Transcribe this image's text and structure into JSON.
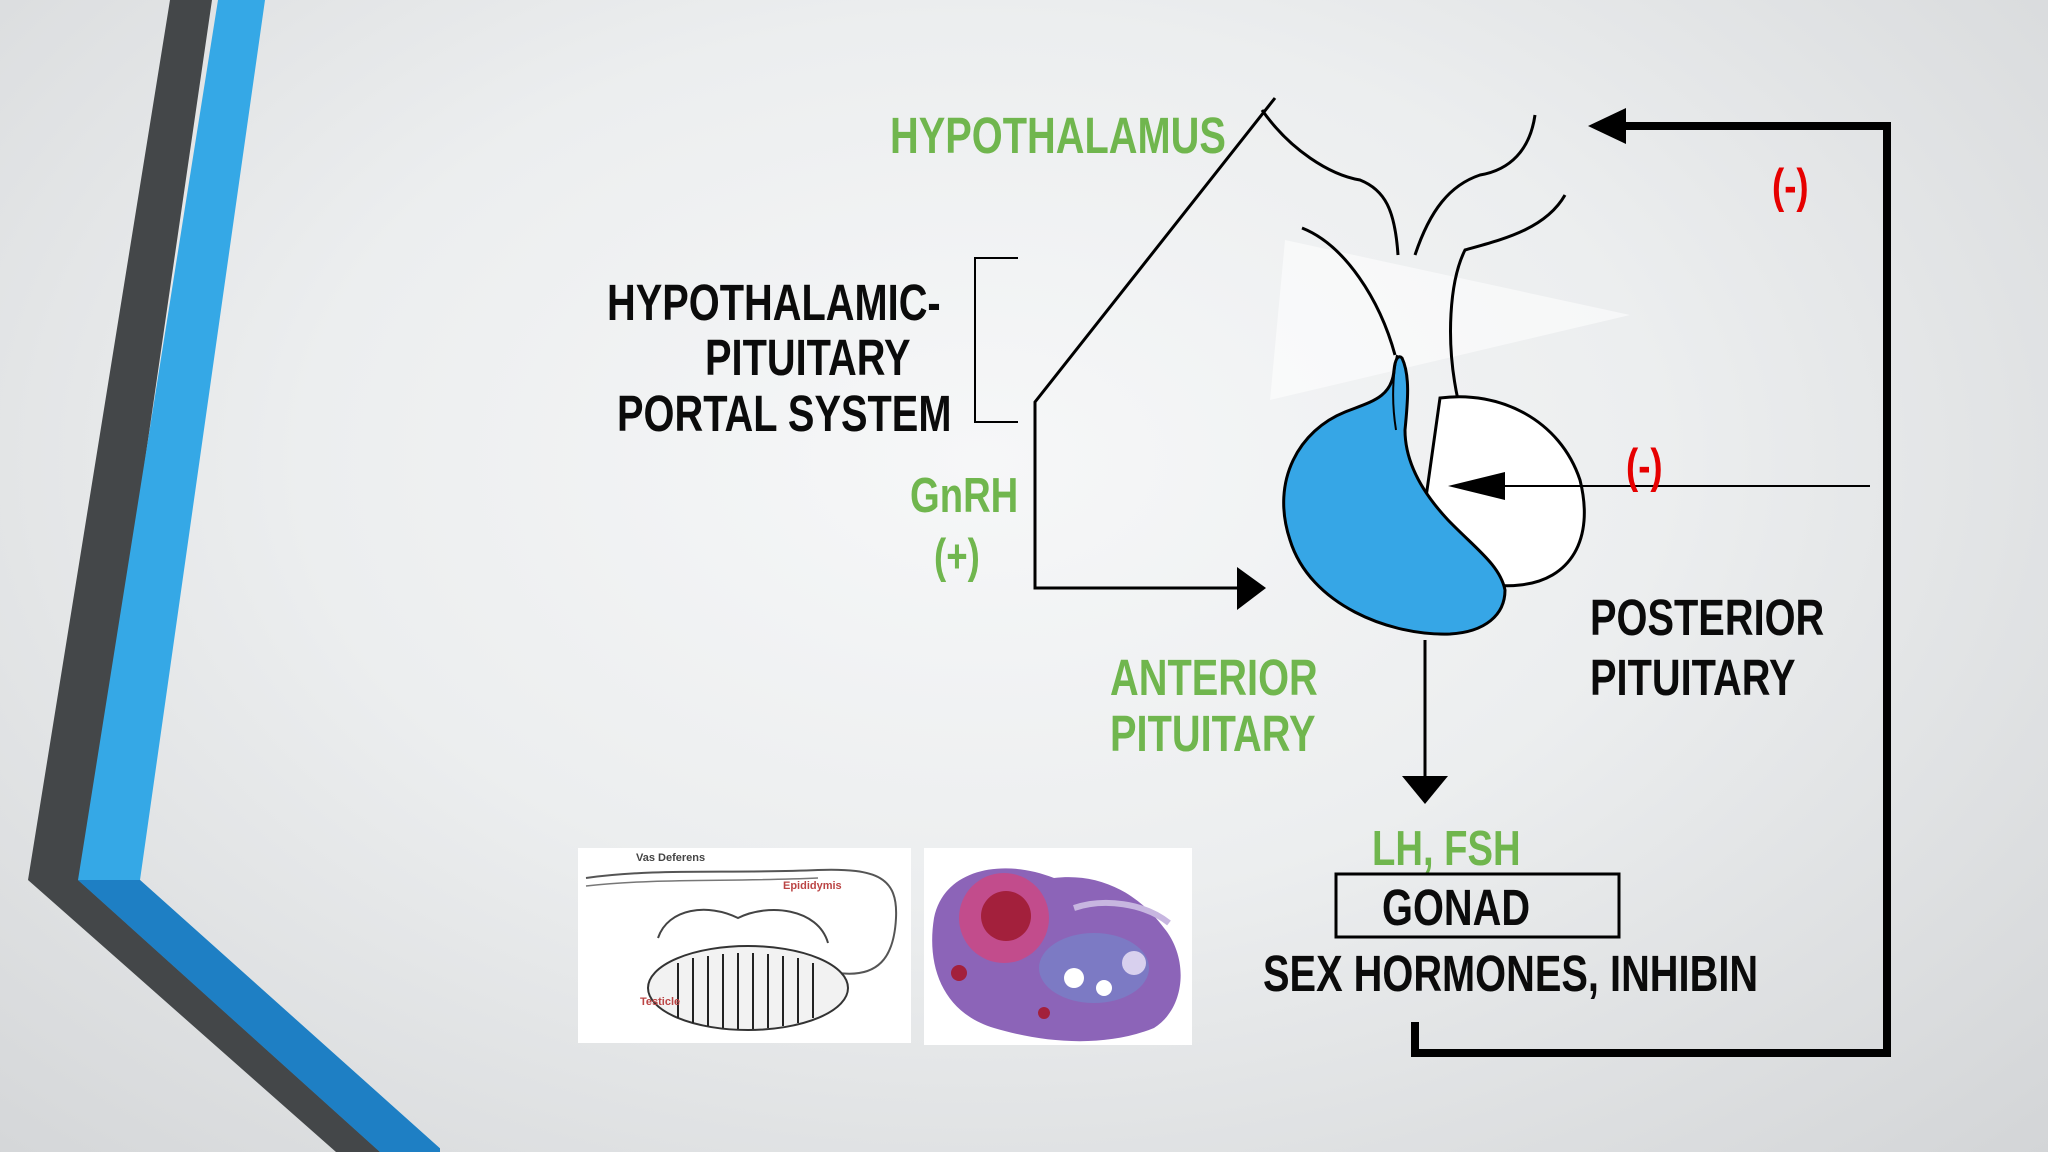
{
  "labels": {
    "hypothalamus": "HYPOTHALAMUS",
    "portal_line1": "HYPOTHALAMIC-",
    "portal_line2": "PITUITARY",
    "portal_line3": "PORTAL SYSTEM",
    "gnrh": "GnRH",
    "plus": "(+)",
    "anterior_line1": "ANTERIOR",
    "anterior_line2": "PITUITARY",
    "posterior_line1": "POSTERIOR",
    "posterior_line2": "PITUITARY",
    "lh_fsh": "LH, FSH",
    "gonad": "GONAD",
    "sex_hormones": "SEX HORMONES, INHIBIN",
    "neg_top": "(-)",
    "neg_mid": "(-)"
  },
  "images": {
    "testicle_labels": [
      "Vas Deferens",
      "Epididymis",
      "Testicle"
    ]
  },
  "colors": {
    "green": "#70b64e",
    "red": "#e60000",
    "pituitary_blue": "#36a6e6",
    "accent_blue": "#35a8e6",
    "accent_dark": "#444749"
  }
}
